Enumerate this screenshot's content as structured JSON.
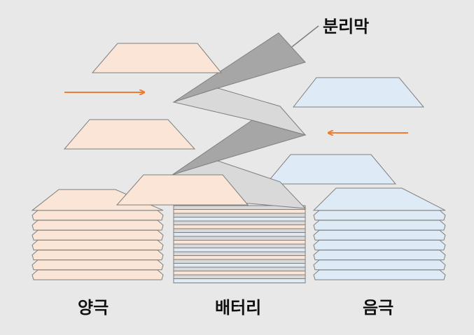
{
  "labels": {
    "separator": "분리막",
    "cathode": "양극",
    "battery": "배터리",
    "anode": "음극"
  },
  "colors": {
    "background": "#e8e8e8",
    "cathode_fill": "#fbe5d6",
    "anode_fill": "#deebf7",
    "separator_dark": "#a6a6a6",
    "separator_light": "#d9d9d9",
    "outline": "#7f7f7f",
    "arrow": "#ed7d31"
  }
}
